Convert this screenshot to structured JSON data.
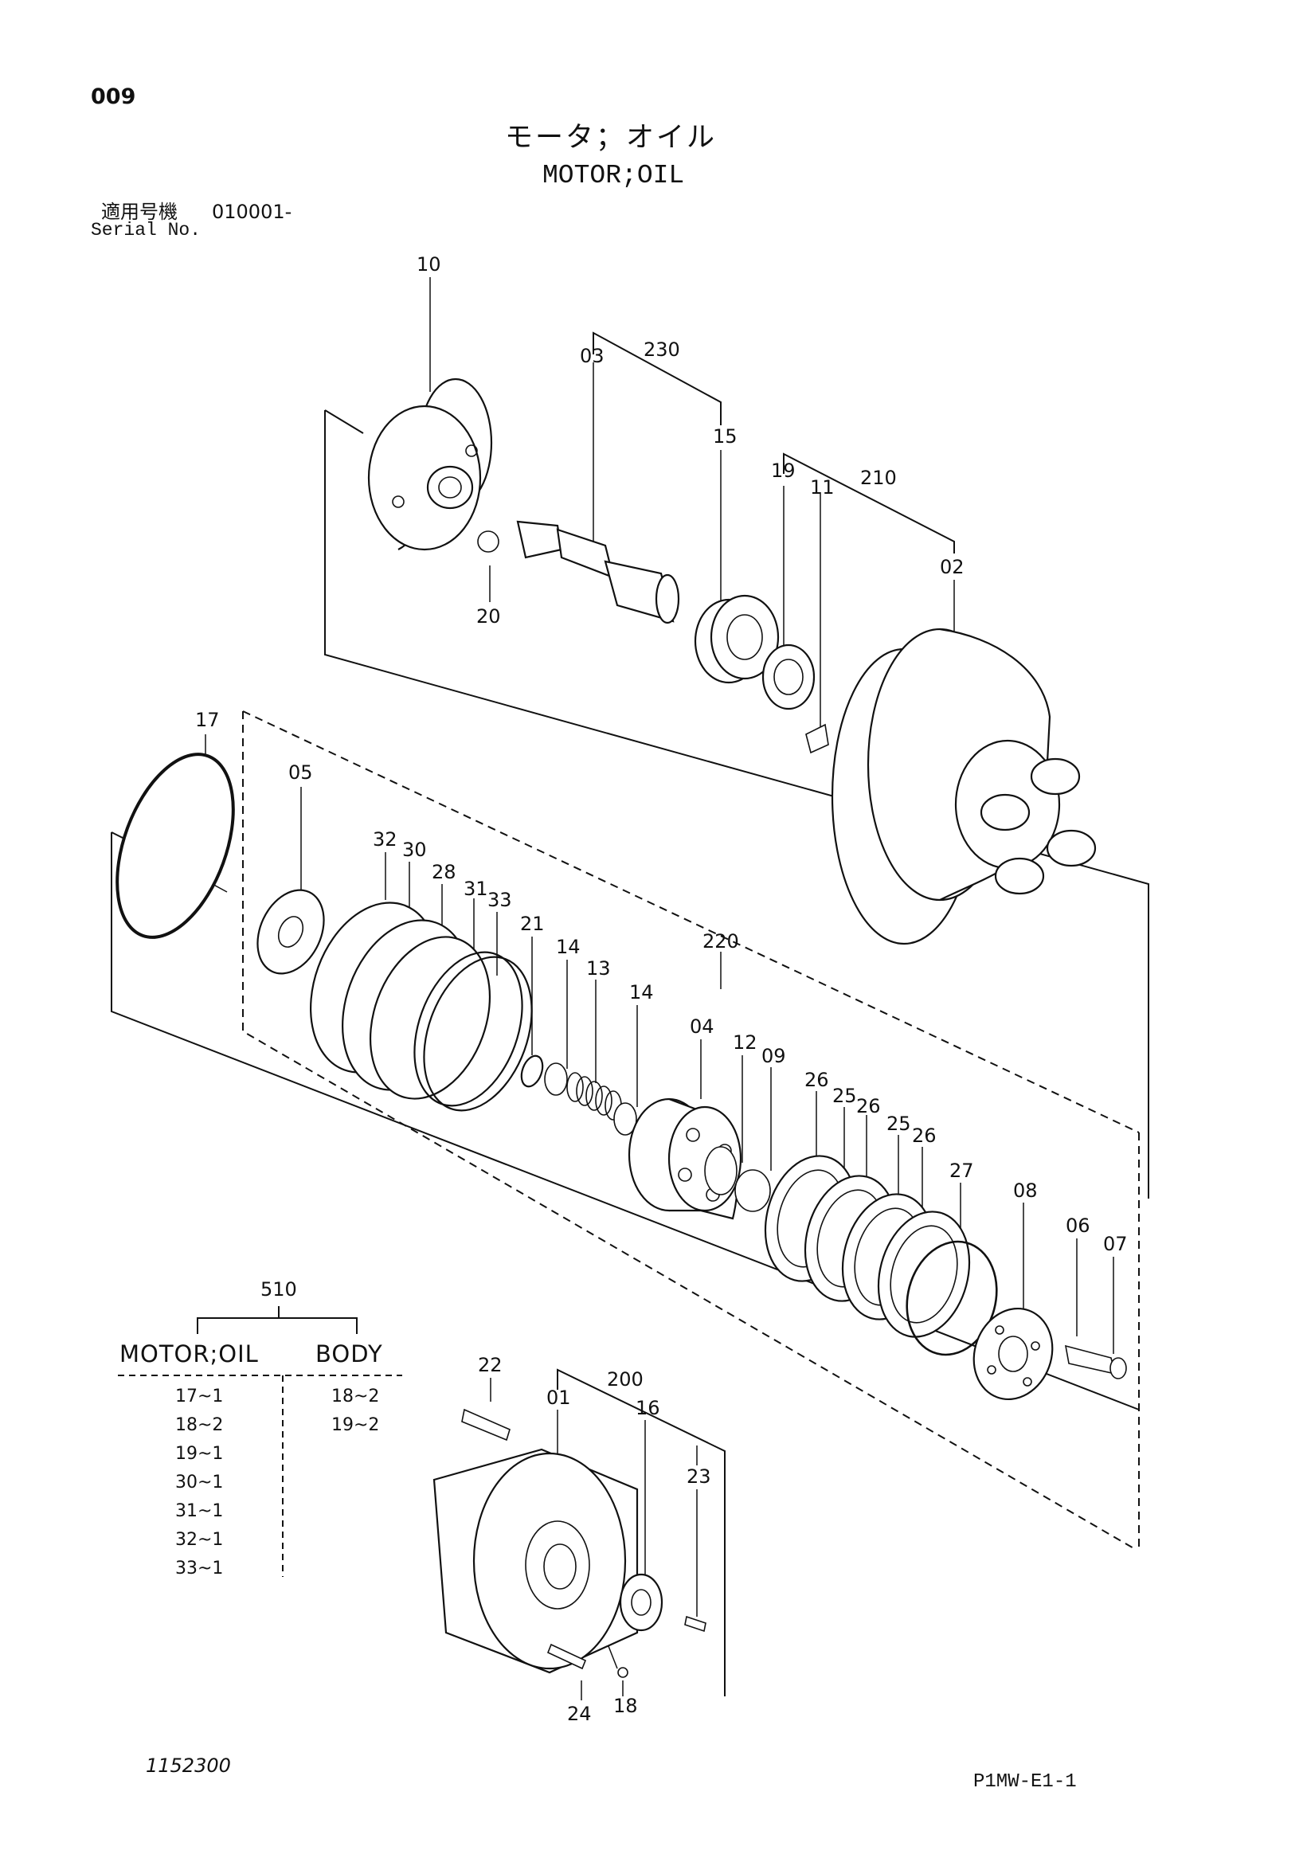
{
  "page_number": "009",
  "title_jp": "モータ；オイル",
  "title_en": "MOTOR;OIL",
  "serial_label_jp": "適用号機",
  "serial_value": "010001-",
  "serial_label_en": "Serial No.",
  "drawing_number": "1152300",
  "doc_code": "P1MW-E1-1",
  "labels": {
    "p10": "10",
    "p230": "230",
    "p03": "03",
    "p15": "15",
    "p19": "19",
    "p11": "11",
    "p210": "210",
    "p02": "02",
    "p20": "20",
    "p17": "17",
    "p05": "05",
    "p32": "32",
    "p30": "30",
    "p28": "28",
    "p31": "31",
    "p33": "33",
    "p21": "21",
    "p14a": "14",
    "p13": "13",
    "p14b": "14",
    "p220": "220",
    "p04": "04",
    "p12": "12",
    "p09": "09",
    "p26a": "26",
    "p25a": "25",
    "p26b": "26",
    "p25b": "25",
    "p26c": "26",
    "p27": "27",
    "p08": "08",
    "p06": "06",
    "p07": "07",
    "p22": "22",
    "p200": "200",
    "p01": "01",
    "p16": "16",
    "p23": "23",
    "p24": "24",
    "p18": "18"
  },
  "kit_table": {
    "kit_number": "510",
    "columns": [
      "MOTOR;OIL",
      "BODY"
    ],
    "motor_oil": [
      "17~1",
      "18~2",
      "19~1",
      "30~1",
      "31~1",
      "32~1",
      "33~1"
    ],
    "body": [
      "18~2",
      "19~2"
    ]
  }
}
